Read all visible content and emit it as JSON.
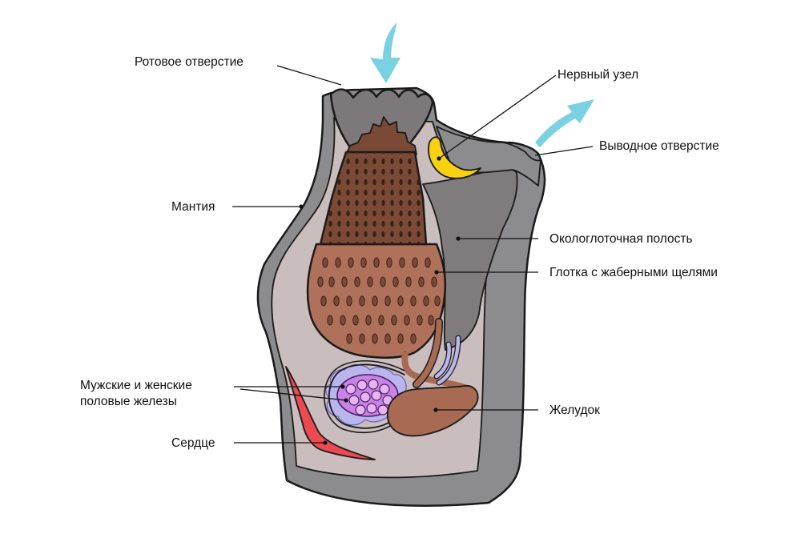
{
  "labels": {
    "mouth": "Ротовое отверстие",
    "nerve_ganglion": "Нервный узел",
    "exhalant_siphon": "Выводное отверстие",
    "mantle": "Мантия",
    "atrial_cavity": "Окологлоточная полость",
    "pharynx": "Глотка с жаберными щелями",
    "gonads_line1": "Мужские и женские",
    "gonads_line2": "половые железы",
    "stomach": "Желудок",
    "heart": "Сердце"
  },
  "colors": {
    "tunic": "#8c8b8d",
    "cavity": "#cabdbd",
    "atrium": "#807c7e",
    "pharynx_light": "#b0715a",
    "pharynx_dark": "#7a4a36",
    "stomach": "#a86a52",
    "gonad": "#c784e6",
    "gonad_fringe": "#b9b6ee",
    "heart": "#ea4a50",
    "ganglion": "#f6d210",
    "water_flow": "#79d1e1"
  },
  "icons": {
    "inflow": "arrow-down-icon",
    "outflow": "arrow-up-right-icon"
  }
}
